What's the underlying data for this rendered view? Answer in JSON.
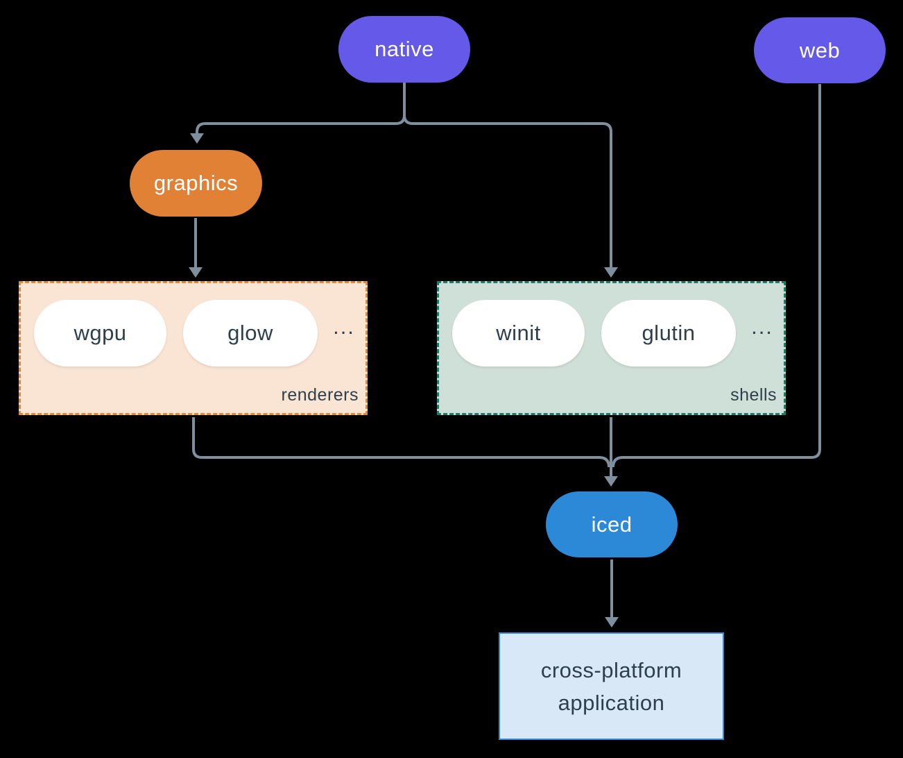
{
  "diagram": {
    "nodes": {
      "native": {
        "label": "native"
      },
      "web": {
        "label": "web"
      },
      "graphics": {
        "label": "graphics"
      },
      "iced": {
        "label": "iced"
      },
      "application": {
        "line1": "cross-platform",
        "line2": "application"
      }
    },
    "groups": {
      "renderers": {
        "label": "renderers",
        "items": [
          "wgpu",
          "glow"
        ],
        "ellipsis": "..."
      },
      "shells": {
        "label": "shells",
        "items": [
          "winit",
          "glutin"
        ],
        "ellipsis": "..."
      }
    },
    "colors": {
      "background": "#000000",
      "node_purple": "#6459e8",
      "node_orange": "#e08136",
      "node_blue": "#2c89d8",
      "renderers_fill": "#fae4d4",
      "renderers_border": "#e8872e",
      "shells_fill": "#cfe0d8",
      "shells_border": "#1f7a6a",
      "application_fill": "#d8e8f7",
      "application_border": "#2f8bd9",
      "connector": "#7e909e",
      "text_dark": "#2e3f4c",
      "text_light": "#ffffff"
    }
  }
}
